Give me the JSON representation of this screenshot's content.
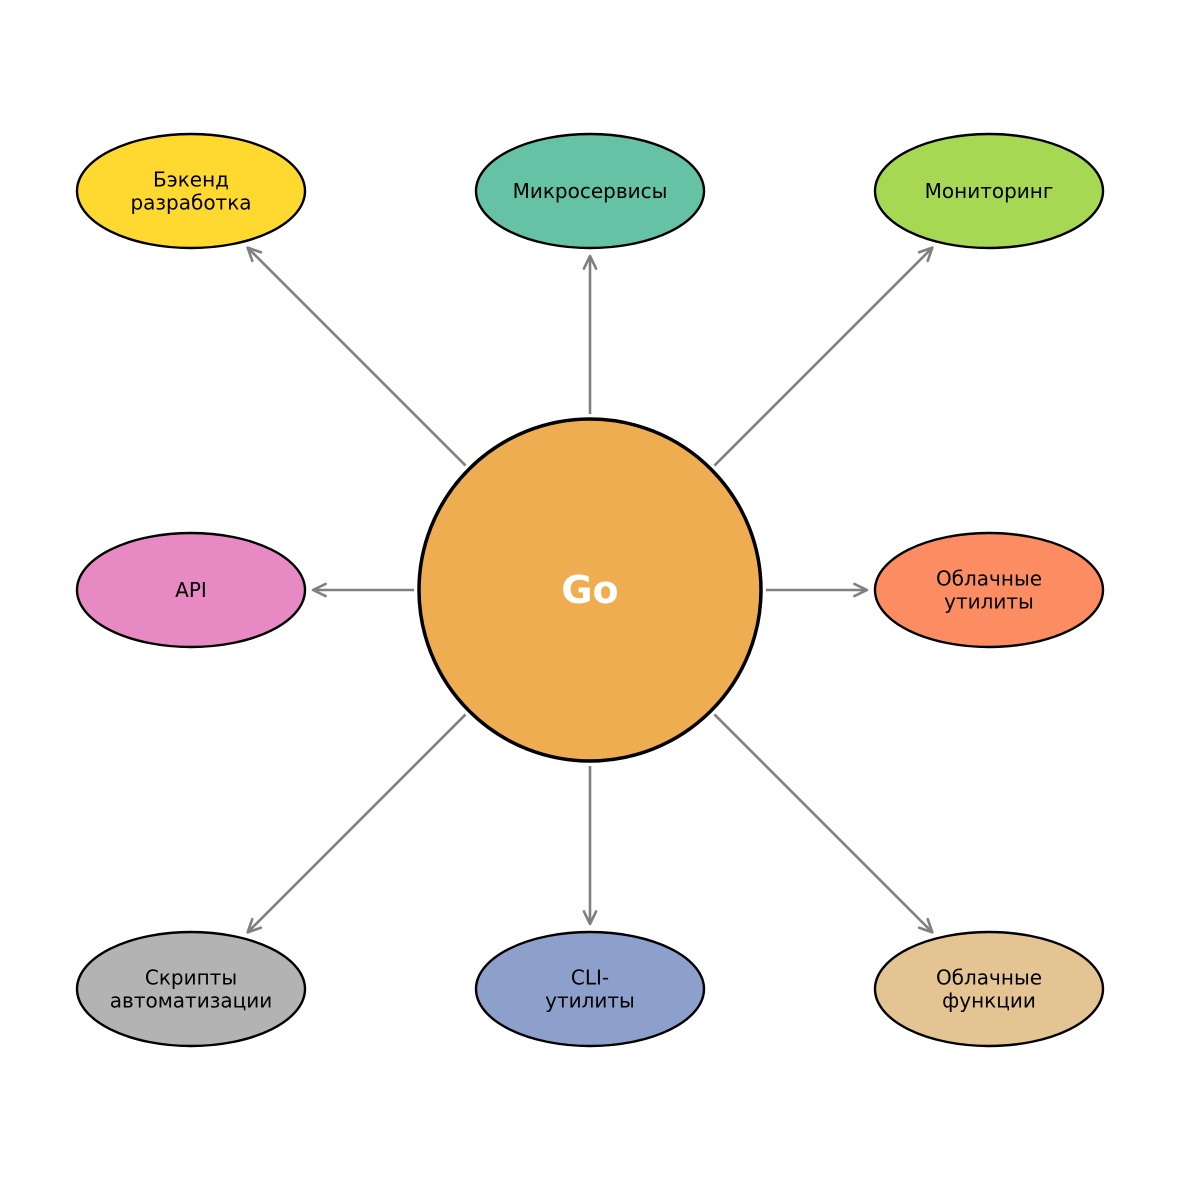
{
  "center": {
    "label": "Go",
    "color": "#EEAD50"
  },
  "nodes": [
    {
      "id": "backend",
      "lines": [
        "Бэкенд",
        "разработка"
      ],
      "color": "#FFD92F"
    },
    {
      "id": "microservices",
      "lines": [
        "Микросервисы"
      ],
      "color": "#66C2A5"
    },
    {
      "id": "monitoring",
      "lines": [
        "Мониторинг"
      ],
      "color": "#A6D854"
    },
    {
      "id": "api",
      "lines": [
        "API"
      ],
      "color": "#E78AC3"
    },
    {
      "id": "cloud-utils",
      "lines": [
        "Облачные",
        "утилиты"
      ],
      "color": "#FC8D62"
    },
    {
      "id": "automation-scripts",
      "lines": [
        "Скрипты",
        "автоматизации"
      ],
      "color": "#B3B3B3"
    },
    {
      "id": "cli-utils",
      "lines": [
        "CLI-",
        "утилиты"
      ],
      "color": "#8DA0CB"
    },
    {
      "id": "cloud-functions",
      "lines": [
        "Облачные",
        "функции"
      ],
      "color": "#E5C494"
    }
  ],
  "edge_color": "#808080"
}
